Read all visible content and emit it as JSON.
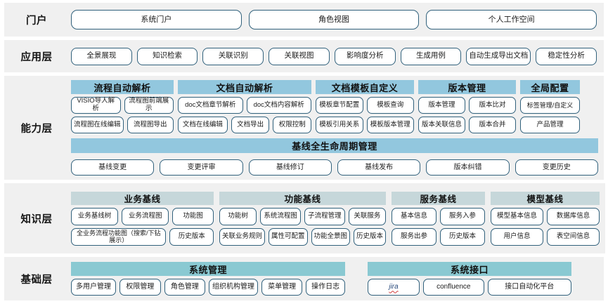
{
  "theme": {
    "band_bg": "#f0f0f0",
    "pill_border": "#31617c",
    "capability_header_bg": "#92c7de",
    "knowledge_header_bg": "#c6d7da",
    "foundation_header_bg": "#8ac9d2",
    "text": "#1b1b1b"
  },
  "layers": {
    "portal": {
      "label": "门户",
      "items": [
        "系统门户",
        "角色视图",
        "个人工作空间"
      ]
    },
    "application": {
      "label": "应用层",
      "items": [
        "全景展现",
        "知识检索",
        "关联识别",
        "关联视图",
        "影响度分析",
        "生成用例",
        "自动生成导出文档",
        "稳定性分析"
      ]
    },
    "capability": {
      "label": "能力层",
      "groups": [
        {
          "title": "流程自动解析",
          "rows": [
            [
              "VISIO导人解析",
              "流程图前端展示"
            ],
            [
              "流程图在线编辑",
              "流程图导出"
            ]
          ]
        },
        {
          "title": "文档自动解析",
          "rows": [
            [
              "doc文档章节解析",
              "doc文档内容解析"
            ],
            [
              "文档在线编辑",
              "文档导出",
              "权限控制"
            ]
          ]
        },
        {
          "title": "文档模板自定义",
          "rows": [
            [
              "模板章节配置",
              "模板查询"
            ],
            [
              "模板引用关系",
              "模板版本管理"
            ]
          ]
        },
        {
          "title": "版本管理",
          "rows": [
            [
              "版本管理",
              "版本比对"
            ],
            [
              "版本关联信息",
              "版本合并"
            ]
          ]
        },
        {
          "title": "全局配置",
          "rows": [
            [
              "标签管理/自定义"
            ],
            [
              "产品管理"
            ]
          ]
        }
      ],
      "lifecycle": {
        "title": "基线全生命周期管理",
        "items": [
          "基线变更",
          "变更评审",
          "基线修订",
          "基线发布",
          "版本纠错",
          "变更历史"
        ]
      }
    },
    "knowledge": {
      "label": "知识层",
      "groups": [
        {
          "title": "业务基线",
          "rows": [
            [
              "业务基线树",
              "业务流程图",
              "功能图"
            ],
            [
              "全业务流程功能图（搜索/下钻展示）",
              "历史版本"
            ]
          ]
        },
        {
          "title": "功能基线",
          "rows": [
            [
              "功能树",
              "系统流程图",
              "子流程管理",
              "关联服务"
            ],
            [
              "关联业务规则",
              "属性可配置",
              "功能全景图",
              "历史版本"
            ]
          ]
        },
        {
          "title": "服务基线",
          "rows": [
            [
              "基本信息",
              "服务入参"
            ],
            [
              "服务出参",
              "历史版本"
            ]
          ]
        },
        {
          "title": "模型基线",
          "rows": [
            [
              "模型基本信息",
              "数据库信息"
            ],
            [
              "用户信息",
              "表空间信息"
            ]
          ]
        }
      ]
    },
    "foundation": {
      "label": "基础层",
      "groups": [
        {
          "title": "系统管理",
          "rows": [
            [
              "多用户管理",
              "权限管理",
              "角色管理",
              "组织机构管理",
              "菜单管理",
              "操作日志"
            ]
          ]
        },
        {
          "title": "系统接口",
          "rows": [
            [
              "jira",
              "confluence",
              "接口自动化平台"
            ]
          ]
        }
      ]
    }
  }
}
